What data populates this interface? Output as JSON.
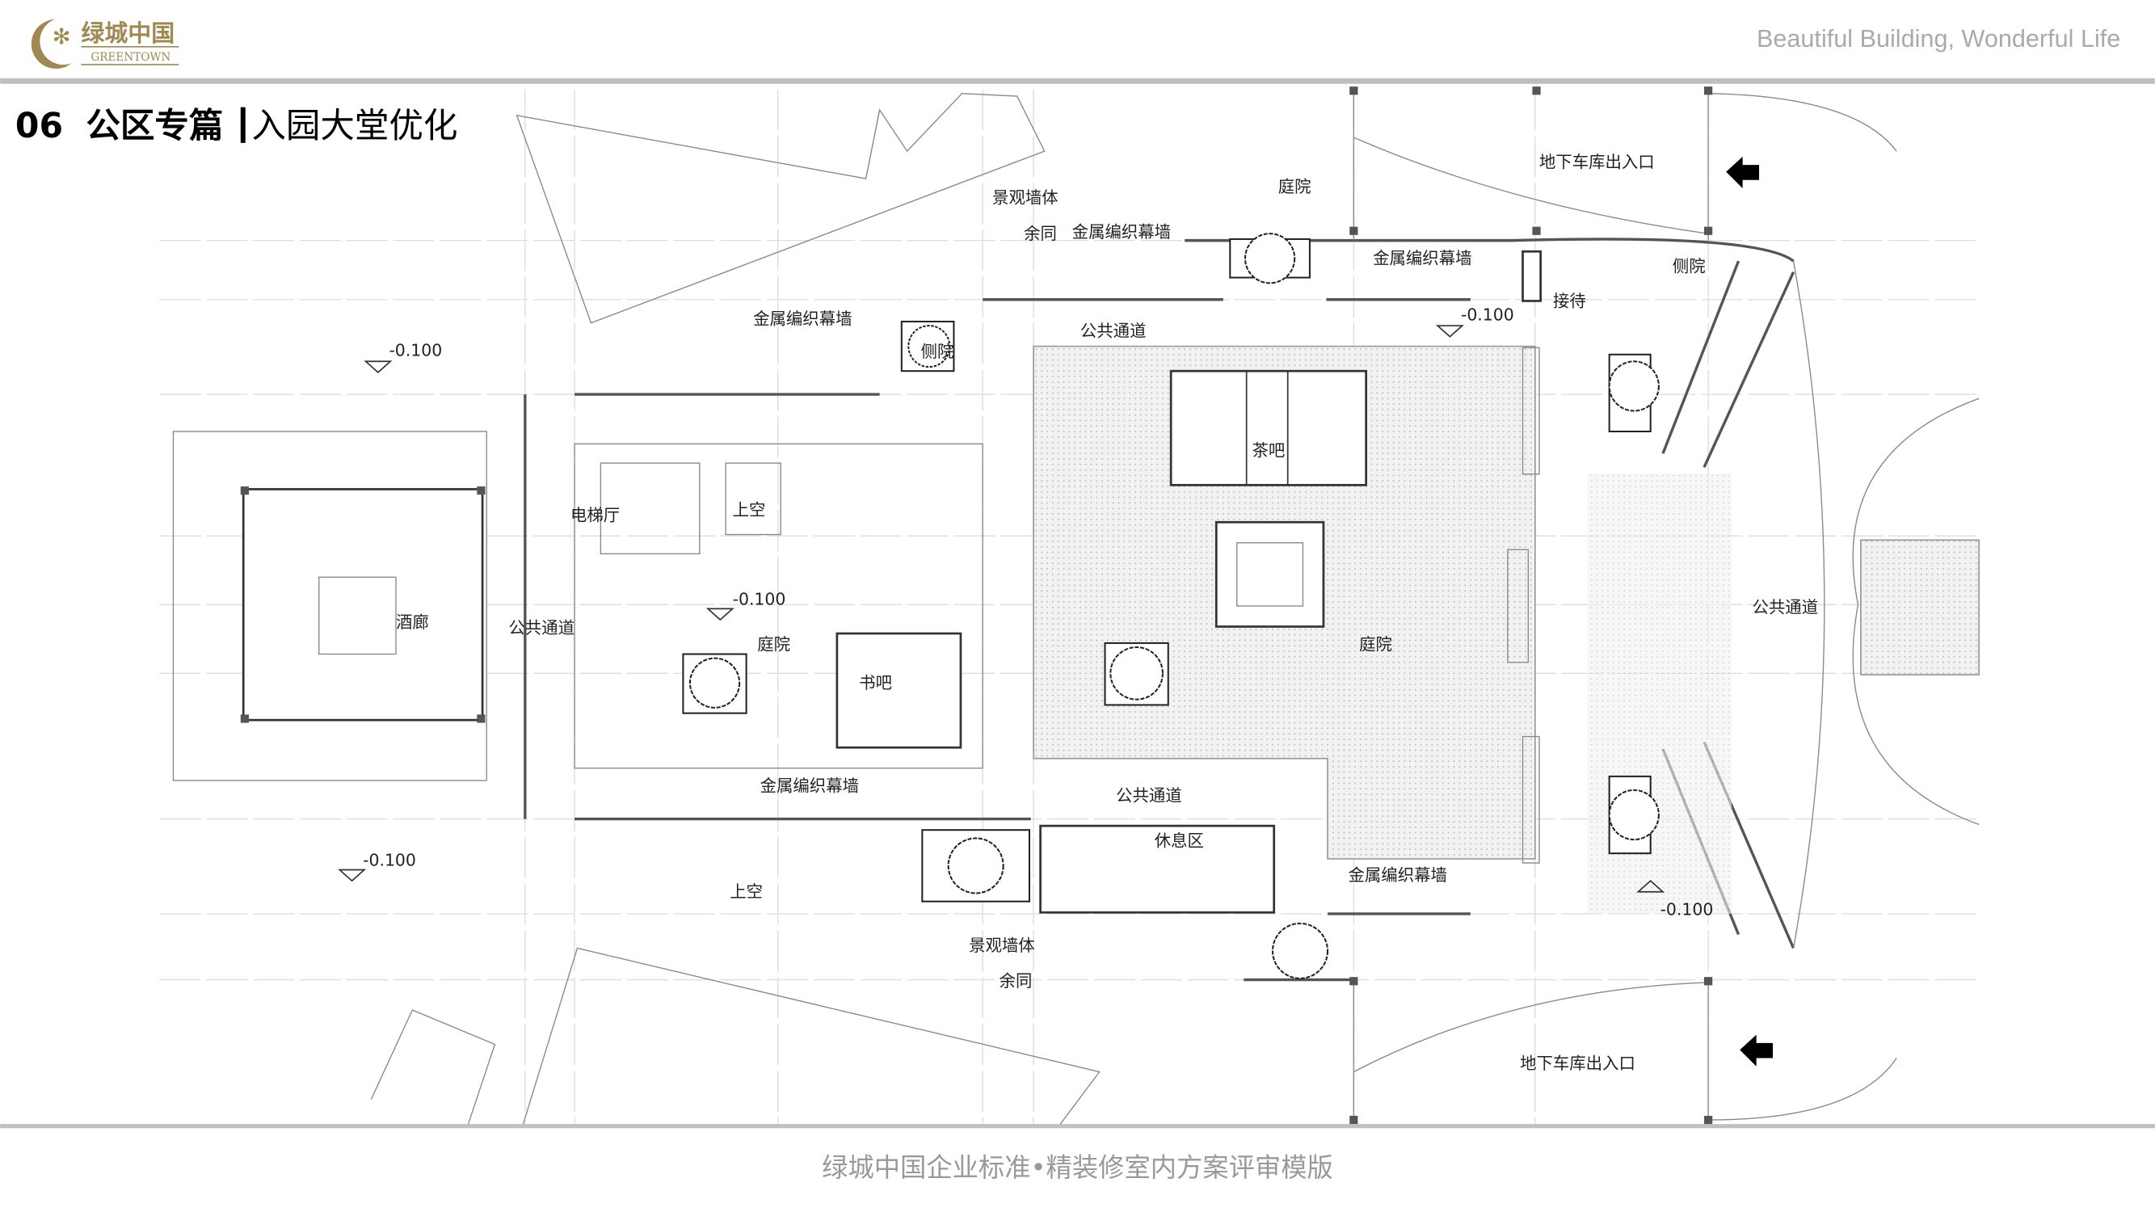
{
  "header": {
    "logo_cn": "绿城中国",
    "logo_en": "GREENTOWN",
    "slogan": "Beautiful Building, Wonderful Life",
    "title_num": "06",
    "title_main": "公区专篇",
    "title_sub": "入园大堂优化"
  },
  "footer": {
    "text": "绿城中国企业标准•精装修室内方案评审模版"
  },
  "colors": {
    "brand_gold": "#A08850",
    "divider": "#bfbfbf"
  },
  "plan": {
    "labels": [
      "景观墙体",
      "余同",
      "金属编织幕墙",
      "庭院",
      "地下车库出入口",
      "金属编织幕墙",
      "接待",
      "侧院",
      "-0.100",
      "金属编织幕墙",
      "侧院",
      "公共通道",
      "-0.100",
      "茶吧",
      "电梯厅",
      "上空",
      "-0.100",
      "酒廊",
      "公共通道",
      "庭院",
      "书吧",
      "庭院",
      "公共通道",
      "金属编织幕墙",
      "公共通道",
      "休息区",
      "金属编织幕墙",
      "-0.100",
      "上空",
      "-0.100",
      "景观墙体",
      "余同",
      "地下车库出入口"
    ]
  }
}
